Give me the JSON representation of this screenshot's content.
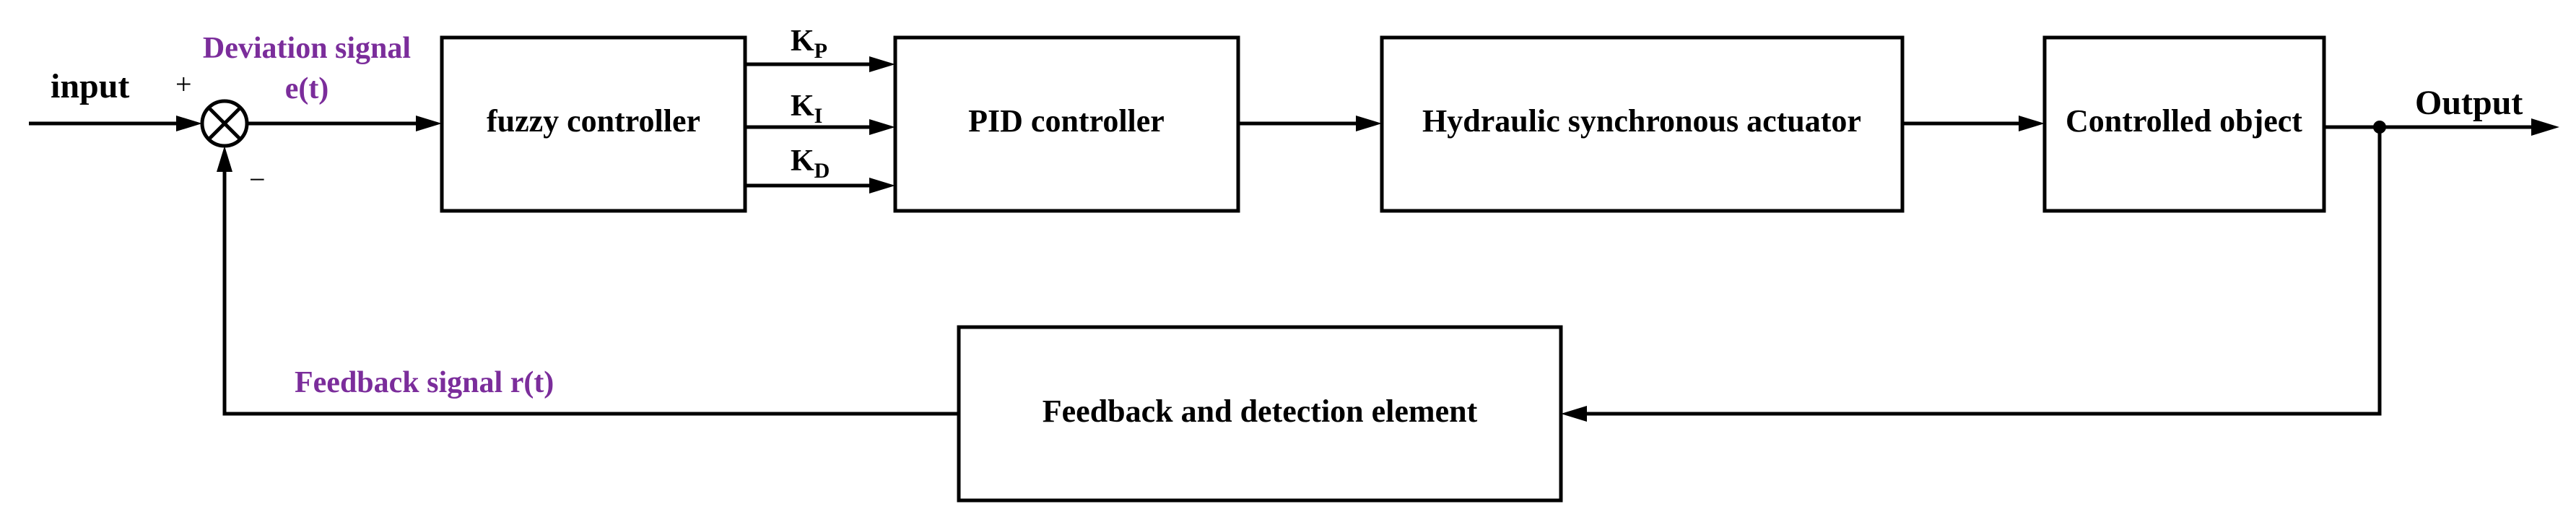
{
  "colors": {
    "accent": "#7B2D9B",
    "line": "#000000",
    "background": "#FFFFFF"
  },
  "labels": {
    "input": "input",
    "output": "Output",
    "plus_sign": "+",
    "minus_sign": "−",
    "deviation_line1": "Deviation signal",
    "deviation_line2": "e(t)",
    "feedback_signal": "Feedback signal r(t)"
  },
  "gains": {
    "kp": {
      "base": "K",
      "sub": "P"
    },
    "ki": {
      "base": "K",
      "sub": "I"
    },
    "kd": {
      "base": "K",
      "sub": "D"
    }
  },
  "blocks": {
    "fuzzy": "fuzzy controller",
    "pid": "PID controller",
    "actuator": "Hydraulic synchronous actuator",
    "object": "Controlled object",
    "feedback": "Feedback and detection element"
  }
}
